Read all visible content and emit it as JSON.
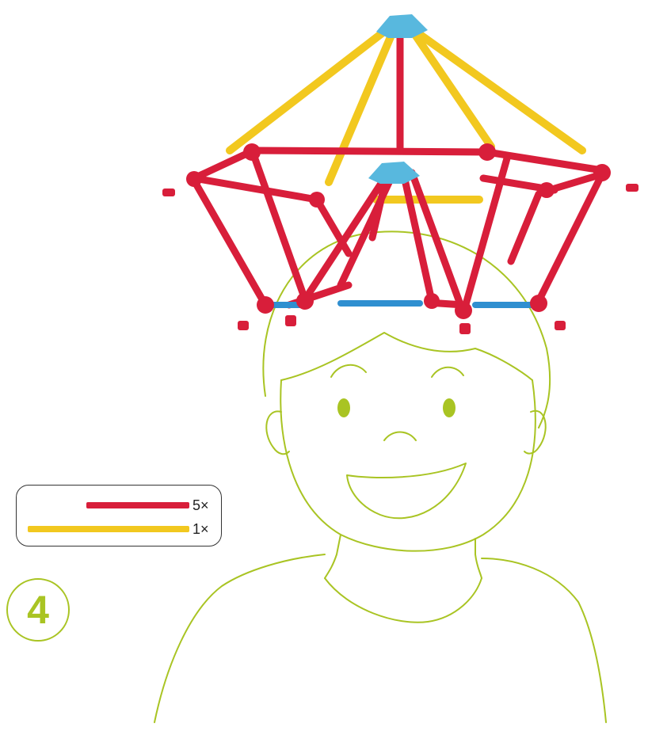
{
  "colors": {
    "red_rod": "#d81e3a",
    "yellow_rod": "#f2c81f",
    "blue_rod": "#2f8fd0",
    "connector_blue": "#58b8de",
    "outline_green": "#a9c423"
  },
  "parts": [
    {
      "rod": "red",
      "quantity": "5×"
    },
    {
      "rod": "yellow",
      "quantity": "1×"
    }
  ],
  "step": {
    "number": "4"
  },
  "icons": [
    "rod-structure-illustration",
    "child-outline-illustration"
  ]
}
